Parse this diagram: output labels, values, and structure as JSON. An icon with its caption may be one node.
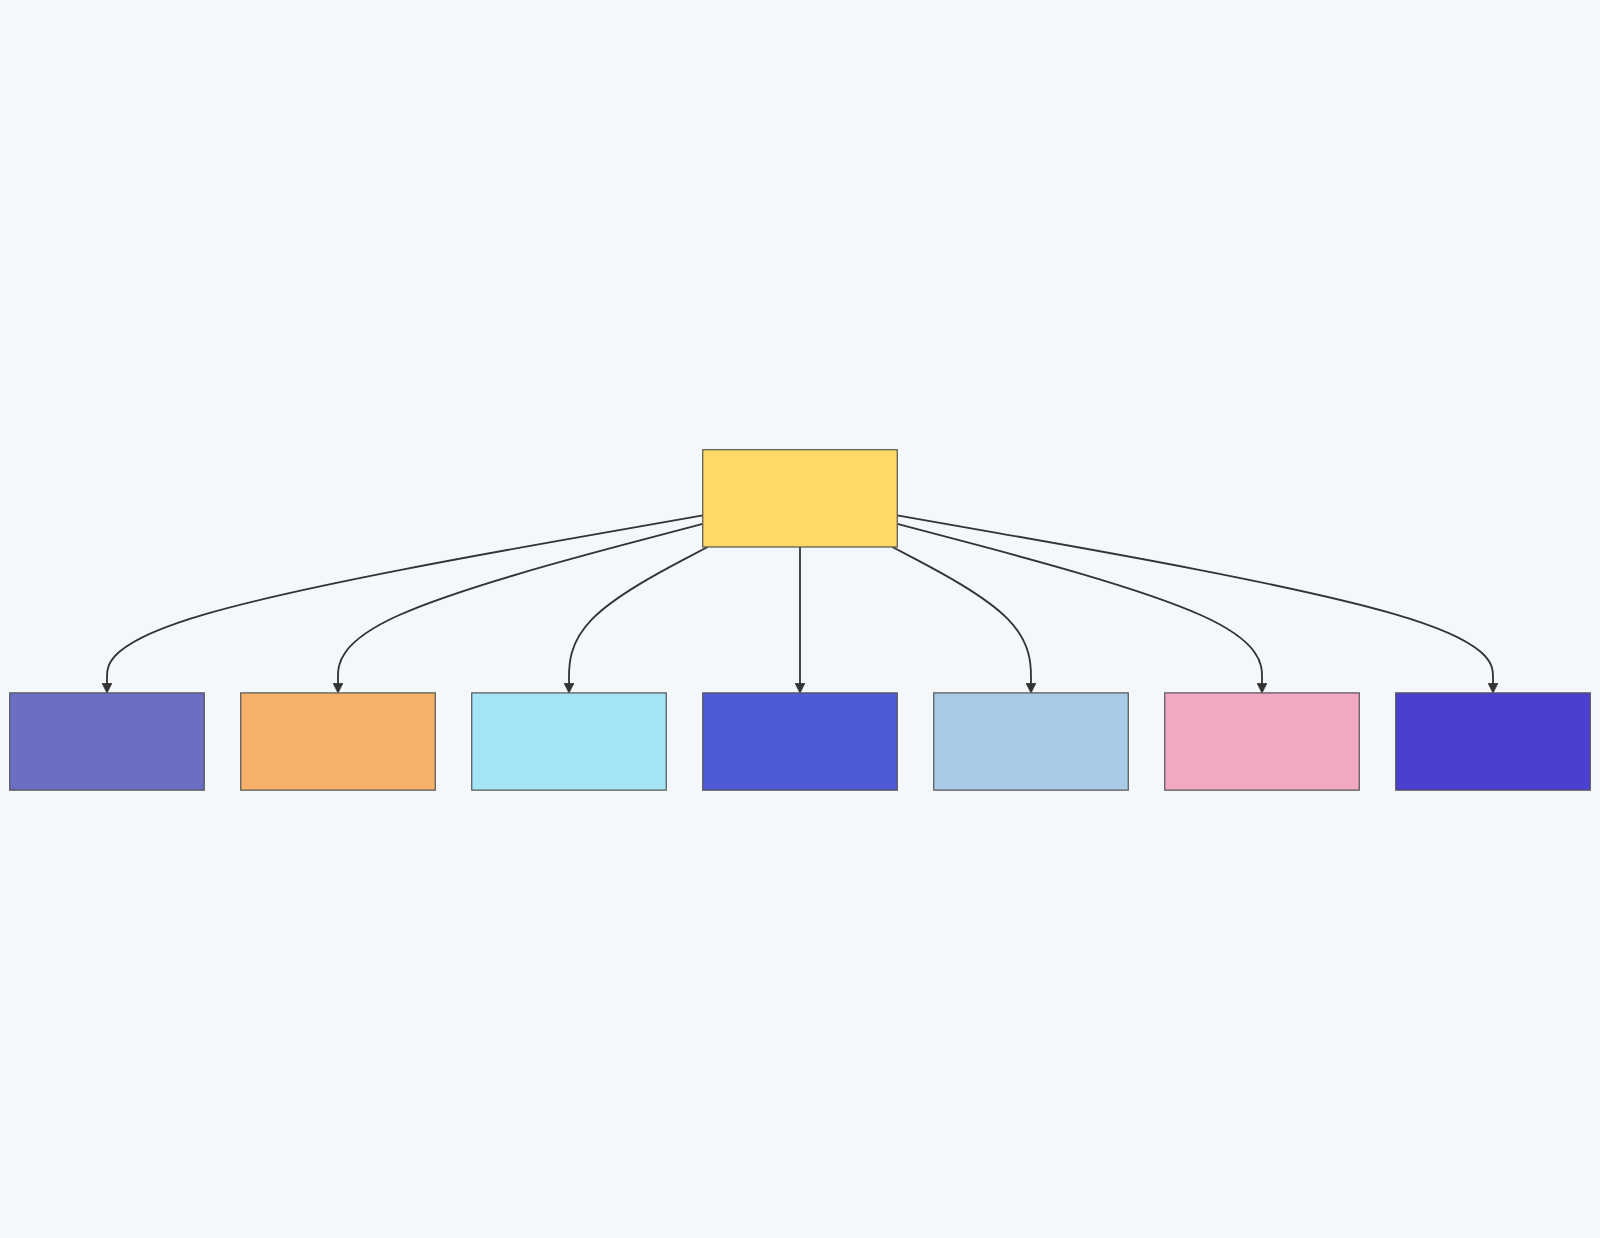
{
  "diagram": {
    "nodes": [
      {
        "text": [],
        "shape": "box"
      },
      {
        "text": [],
        "shape": "box"
      },
      {
        "text": [],
        "shape": "box"
      },
      {
        "text": [],
        "shape": "box"
      },
      {
        "text": [],
        "shape": "box"
      },
      {
        "text": [],
        "shape": "box"
      },
      {
        "text": [],
        "shape": "box"
      },
      {
        "text": [],
        "shape": "box"
      }
    ],
    "edges": [
      {
        "from": 3,
        "to": 0,
        "arrow": "to"
      },
      {
        "from": 3,
        "to": 2,
        "arrow": "to"
      },
      {
        "from": 3,
        "to": 5,
        "arrow": "to"
      },
      {
        "from": 3,
        "to": 7,
        "arrow": "to"
      },
      {
        "from": 3,
        "to": 6,
        "arrow": "to"
      },
      {
        "from": 3,
        "to": 4,
        "arrow": "to"
      },
      {
        "from": 3,
        "to": 1,
        "arrow": "to"
      }
    ]
  }
}
